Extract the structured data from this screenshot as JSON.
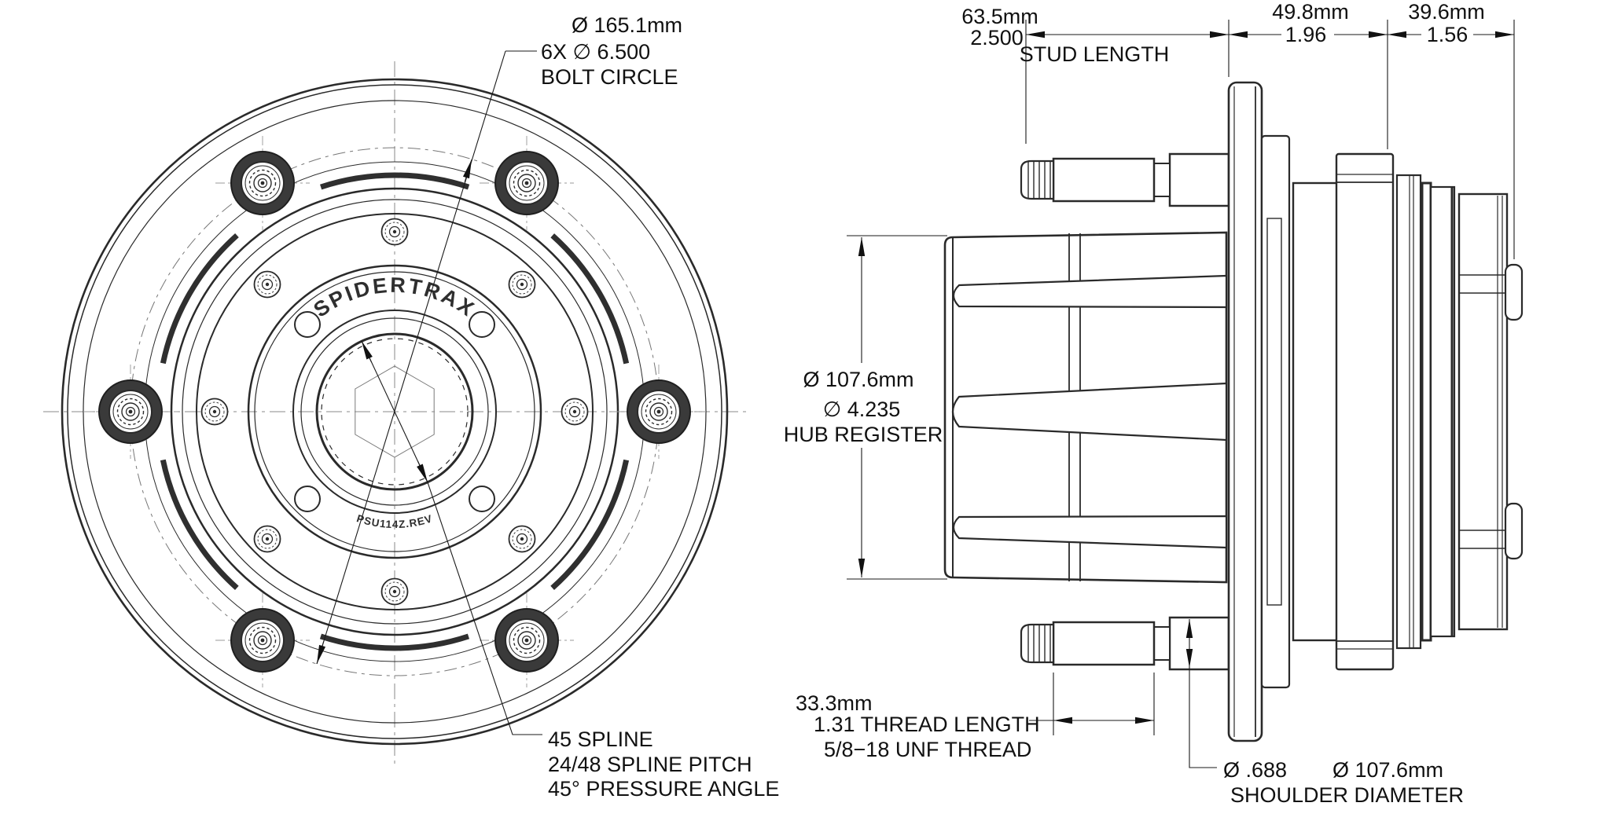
{
  "drawing": {
    "brand_logo": "SPIDERTRAX",
    "part_marking": "PSU114Z.REV",
    "front_view": {
      "bolt_circle_callout": {
        "diameter_metric": "Ø 165.1mm",
        "count_and_diameter_inch": "6X ∅ 6.500",
        "label": "BOLT CIRCLE"
      },
      "spline_callout": {
        "spline_count": "45 SPLINE",
        "spline_pitch": "24/48 SPLINE PITCH",
        "pressure_angle": "45° PRESSURE ANGLE"
      }
    },
    "side_view": {
      "stud_length_dim": {
        "metric": "63.5mm",
        "inch": "2.500",
        "label": "STUD LENGTH"
      },
      "flange_section_dim": {
        "metric": "49.8mm",
        "inch": "1.96"
      },
      "bearing_section_dim": {
        "metric": "39.6mm",
        "inch": "1.56"
      },
      "hub_register_dim": {
        "metric": "Ø 107.6mm",
        "inch": "∅ 4.235",
        "label": "HUB REGISTER"
      },
      "thread_length_dim": {
        "metric": "33.3mm",
        "inch": "1.31 THREAD LENGTH",
        "thread_spec": "5/8−18 UNF THREAD"
      },
      "shoulder_dim": {
        "inch": "Ø .688",
        "metric": "Ø 107.6mm",
        "label": "SHOULDER DIAMETER"
      }
    }
  }
}
